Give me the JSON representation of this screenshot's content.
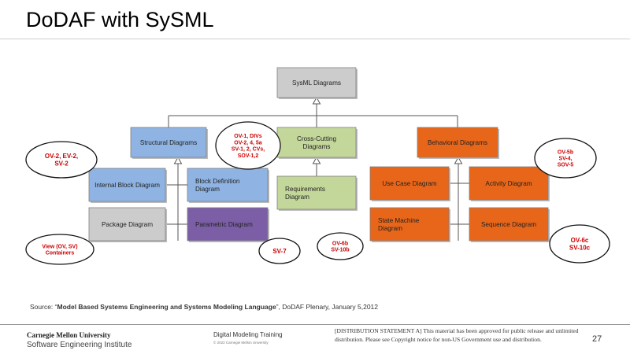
{
  "slide": {
    "title": "DoDAF with SySML",
    "source_prefix": "Source: “",
    "source_title": "Model Based Systems Engineering and Systems Modeling Language",
    "source_suffix": "”, DoDAF Plenary, January 5,2012",
    "page_number": "27"
  },
  "footer": {
    "org_line1": "Carnegie Mellon University",
    "org_line2": "Software Engineering Institute",
    "training": "Digital Modeling Training",
    "copyright": "© 2022 Carnegie Mellon University",
    "distribution": "[DISTRIBUTION STATEMENT A] This material has been approved for public release and unlimited distribution. Please see Copyright notice for non-US Government use and distribution."
  },
  "colors": {
    "gray_box": "#cccccc",
    "blue_box": "#8fb4e3",
    "green_box": "#c4d79b",
    "orange_box": "#e8661a",
    "purple_box": "#7b5ea6",
    "callout_text": "#cc0000"
  },
  "diagram": {
    "boxes": [
      {
        "id": "sysml-diagrams",
        "lines": [
          "SysML Diagrams"
        ]
      },
      {
        "id": "structural-diagrams",
        "lines": [
          "Structural Diagrams"
        ]
      },
      {
        "id": "cross-cutting-diagrams",
        "lines": [
          "Cross-Cutting",
          "Diagrams"
        ]
      },
      {
        "id": "behavioral-diagrams",
        "lines": [
          "Behavioral Diagrams"
        ]
      },
      {
        "id": "internal-block-diagram",
        "lines": [
          "Internal Block Diagram"
        ]
      },
      {
        "id": "block-definition-diagram",
        "lines": [
          "Block Definition",
          "Diagram"
        ]
      },
      {
        "id": "requirements-diagram",
        "lines": [
          "Requirements",
          "Diagram"
        ]
      },
      {
        "id": "use-case-diagram",
        "lines": [
          "Use Case Diagram"
        ]
      },
      {
        "id": "activity-diagram",
        "lines": [
          "Activity Diagram"
        ]
      },
      {
        "id": "package-diagram",
        "lines": [
          "Package Diagram"
        ]
      },
      {
        "id": "parametric-diagram",
        "lines": [
          "Parametric Diagram"
        ]
      },
      {
        "id": "state-machine-diagram",
        "lines": [
          "State Machine",
          "Diagram"
        ]
      },
      {
        "id": "sequence-diagram",
        "lines": [
          "Sequence Diagram"
        ]
      }
    ],
    "callouts": [
      {
        "id": "callout-ov2-ev2-sv2",
        "lines": [
          "OV-2, EV-2,",
          "SV-2"
        ]
      },
      {
        "id": "callout-structural-views",
        "lines": [
          "OV-1, DIVs",
          "OV-2, 4, 5a",
          "SV-1, 2, CVs,",
          "SOV-1,2"
        ]
      },
      {
        "id": "callout-view-containers",
        "lines": [
          "View (OV, SV)",
          "Containers"
        ]
      },
      {
        "id": "callout-sv7",
        "lines": [
          "SV-7"
        ]
      },
      {
        "id": "callout-ov6b-sv10b",
        "lines": [
          "OV-6b",
          "SV-10b"
        ]
      },
      {
        "id": "callout-ov5b-sv4-sov5",
        "lines": [
          "OV-5b",
          "SV-4,",
          "SOV-5"
        ]
      },
      {
        "id": "callout-ov6c-sv10c",
        "lines": [
          "OV-6c",
          "SV-10c"
        ]
      }
    ]
  }
}
